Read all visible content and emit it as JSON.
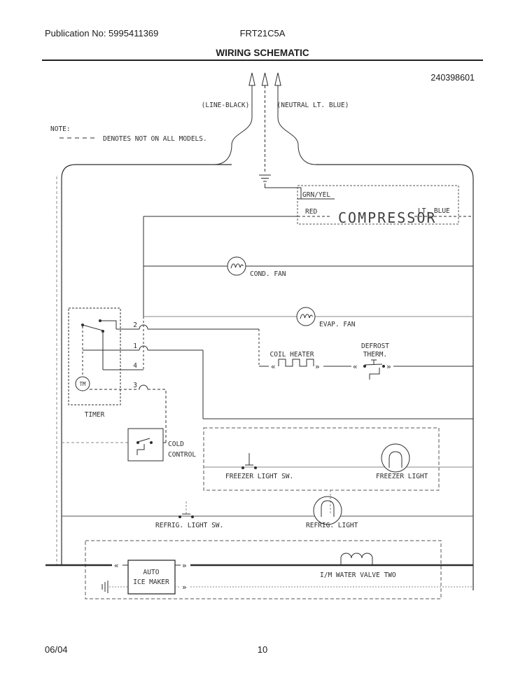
{
  "header": {
    "publication": "Publication No: 5995411369",
    "model": "FRT21C5A",
    "title": "WIRING SCHEMATIC",
    "part_number": "240398601"
  },
  "footer": {
    "date": "06/04",
    "page": "10"
  },
  "note": {
    "label": "NOTE:",
    "text": "DENOTES NOT ON ALL MODELS."
  },
  "plug": {
    "line_label": "(LINE-BLACK)",
    "neutral_label": "(NEUTRAL LT. BLUE)"
  },
  "compressor": {
    "label": "COMPRESSOR",
    "wire_top": "GRN/YEL",
    "wire_left": "RED",
    "wire_right": "LT. BLUE"
  },
  "components": {
    "cond_fan": "COND. FAN",
    "evap_fan": "EVAP. FAN",
    "coil_heater": "COIL HEATER",
    "defrost_therm_line1": "DEFROST",
    "defrost_therm_line2": "THERM.",
    "timer": "TIMER",
    "timer_motor": "TM",
    "timer_terminals": [
      "2",
      "1",
      "4",
      "3"
    ],
    "cold_control_line1": "COLD",
    "cold_control_line2": "CONTROL",
    "freezer_light_sw": "FREEZER LIGHT SW.",
    "freezer_light": "FREEZER LIGHT",
    "refrig_light_sw": "REFRIG. LIGHT SW.",
    "refrig_light": "REFRIG. LIGHT",
    "ice_maker_line1": "AUTO",
    "ice_maker_line2": "ICE MAKER",
    "water_valve": "I/M WATER VALVE TWO"
  },
  "colors": {
    "ink": "#2e2e2e",
    "gray_wire": "#8a8a8a"
  }
}
